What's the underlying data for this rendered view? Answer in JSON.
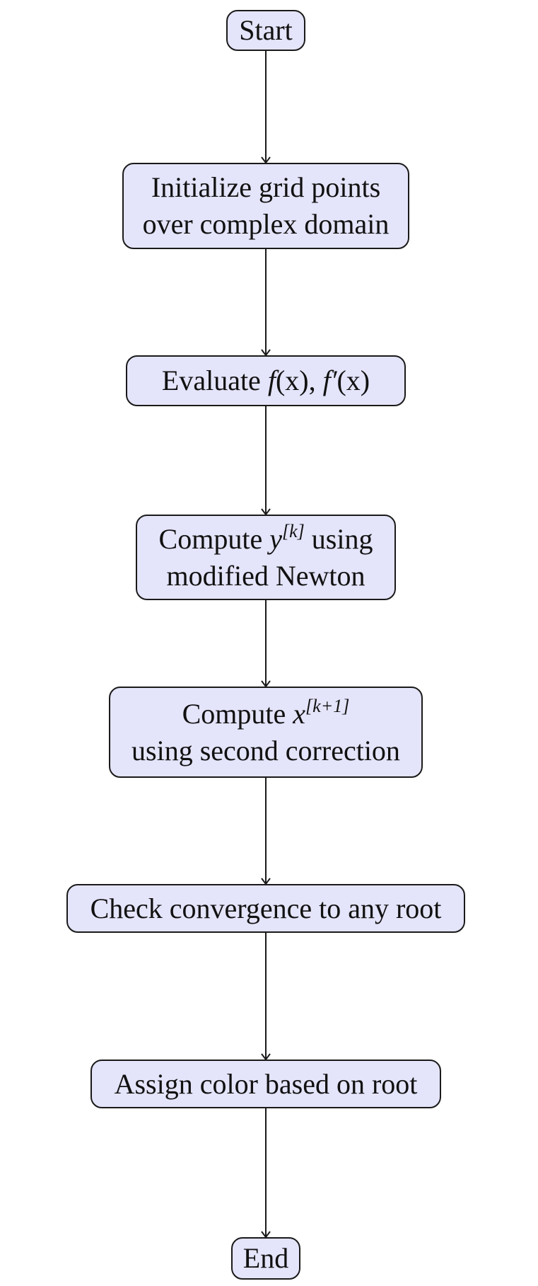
{
  "nodes": {
    "start": {
      "text": "Start"
    },
    "init": {
      "line1": "Initialize grid points",
      "line2": "over complex domain"
    },
    "evaluate": {
      "prefix": "Evaluate ",
      "f": "f",
      "arg1": "(x)",
      "sep": ", ",
      "fp": "f′",
      "arg2": "(x)"
    },
    "compute_y": {
      "prefix": "Compute ",
      "var": "y",
      "sup": "[k]",
      "suffix": " using",
      "line2": "modified Newton"
    },
    "compute_x": {
      "prefix": "Compute ",
      "var": "x",
      "sup": "[k+1]",
      "line2": "using second correction"
    },
    "check": {
      "text": "Check convergence to any root"
    },
    "assign": {
      "text": "Assign color based on root"
    },
    "end": {
      "text": "End"
    }
  },
  "colors": {
    "node_fill": "#e4e4fa",
    "stroke": "#1a1a1a"
  }
}
